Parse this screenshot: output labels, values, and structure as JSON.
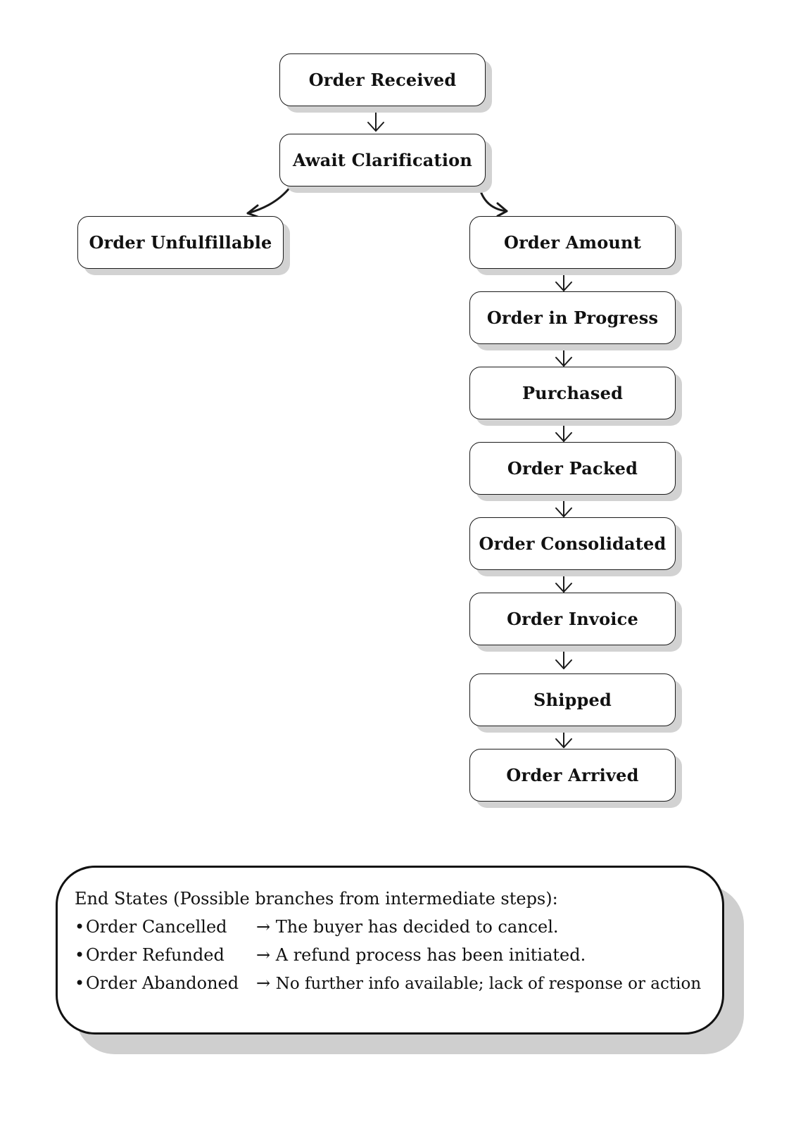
{
  "nodes": {
    "order_received": "Order  Received",
    "await_clarification": "Await Clarification",
    "order_unfulfillable": "Order Unfulfillable",
    "order_amount": "Order Amount",
    "order_in_progress": "Order in Progress",
    "purchased": "Purchased",
    "order_packed": "Order Packed",
    "order_consolidated": "Order Consolidated",
    "order_invoice": "Order Invoice",
    "shipped": "Shipped",
    "order_arrived": "Order Arrived"
  },
  "end_states": {
    "heading": "End States (Possible branches from intermediate steps):",
    "bullet": "•",
    "arrow": "→",
    "items": [
      {
        "name": "Order Cancelled",
        "description": "The buyer has decided to cancel."
      },
      {
        "name": "Order Refunded",
        "description": "A refund process has been initiated."
      },
      {
        "name": "Order Abandoned",
        "description": "No further info available; lack of response or action"
      }
    ]
  },
  "colors": {
    "stroke": "#1a1a1a",
    "shadow": "#d2d2d2",
    "background": "#ffffff"
  }
}
